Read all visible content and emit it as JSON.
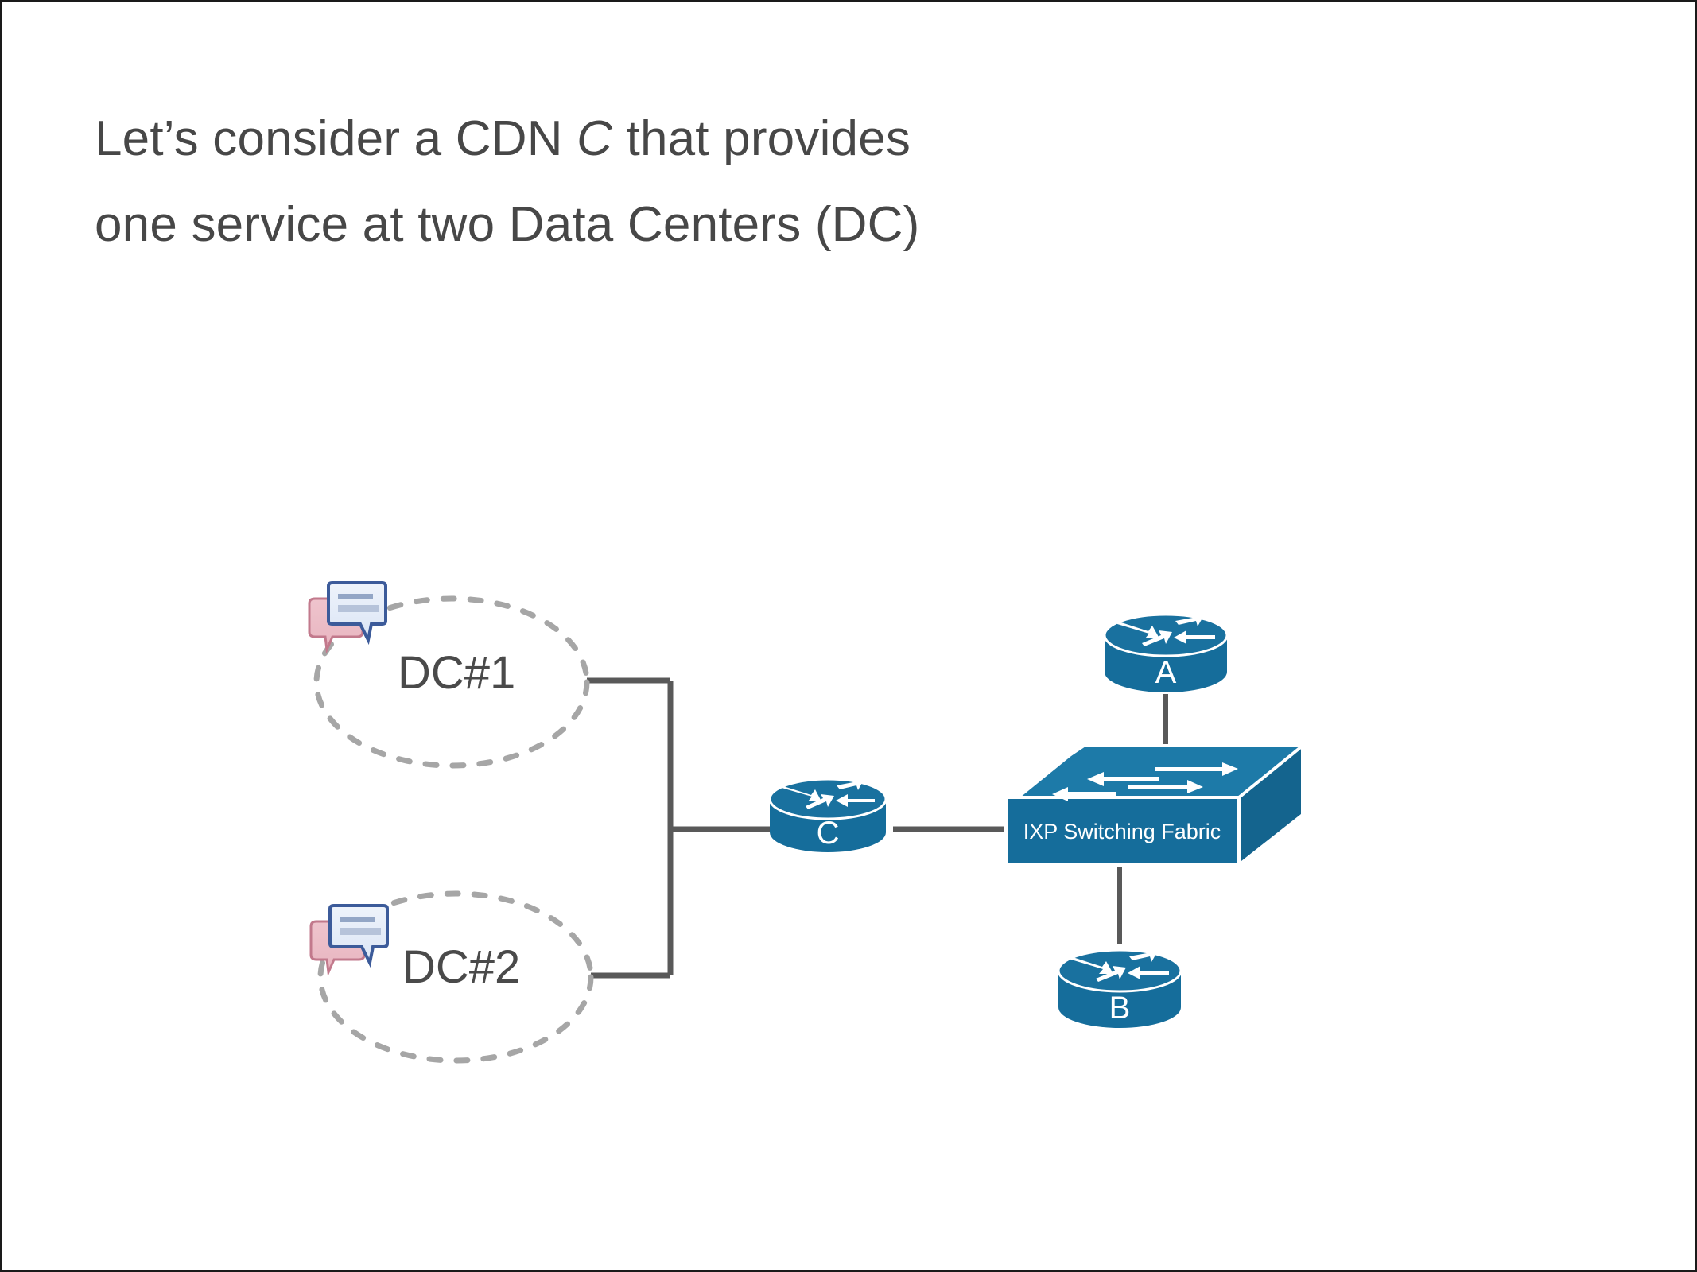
{
  "slide": {
    "background_color": "#ffffff",
    "border_color": "#1a1a1a",
    "title": {
      "line1_before_italic": "Let’s consider a CDN ",
      "line1_italic": "C",
      "line1_after_italic": " that provides",
      "line2": "one service at two Data Centers (DC)",
      "text_color": "#474747"
    }
  },
  "diagram": {
    "type": "network-topology",
    "accent_color": "#156d9b",
    "link_color": "#595959",
    "ellipse_stroke_color": "#a6a6a6",
    "nodes": [
      {
        "id": "dc1",
        "label": "DC#1",
        "kind": "data-center-cloud",
        "icon": "chat-bubbles-icon"
      },
      {
        "id": "dc2",
        "label": "DC#2",
        "kind": "data-center-cloud",
        "icon": "chat-bubbles-icon"
      },
      {
        "id": "routerC",
        "label": "C",
        "kind": "router",
        "icon": "router-icon"
      },
      {
        "id": "routerA",
        "label": "A",
        "kind": "router",
        "icon": "router-icon"
      },
      {
        "id": "routerB",
        "label": "B",
        "kind": "router",
        "icon": "router-icon"
      },
      {
        "id": "ixp",
        "label": "IXP Switching Fabric",
        "kind": "switch",
        "icon": "switch-icon"
      }
    ],
    "links": [
      {
        "from": "dc1",
        "to": "routerC"
      },
      {
        "from": "dc2",
        "to": "routerC"
      },
      {
        "from": "routerC",
        "to": "ixp"
      },
      {
        "from": "routerA",
        "to": "ixp"
      },
      {
        "from": "routerB",
        "to": "ixp"
      }
    ]
  }
}
